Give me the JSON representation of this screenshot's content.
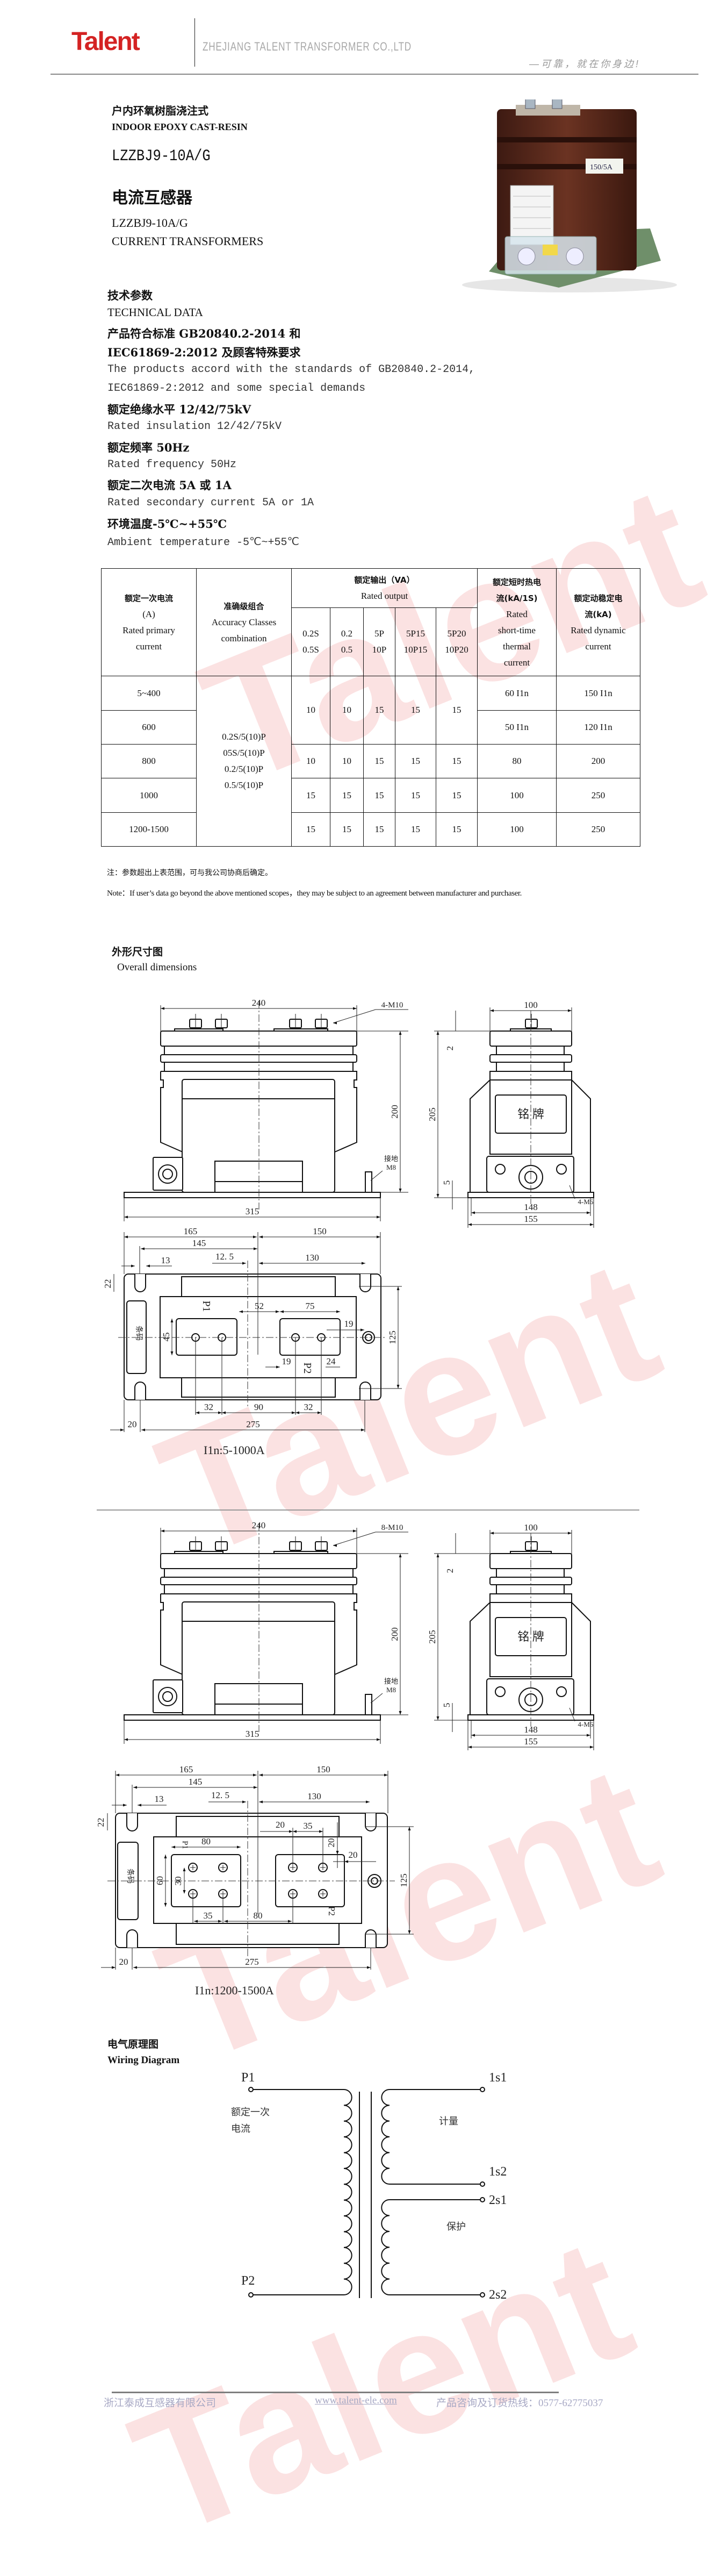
{
  "header": {
    "logo_text": "Talent",
    "company_name": "ZHEJIANG TALENT TRANSFORMER CO.,LTD",
    "slogan": "—可靠，就在你身边!"
  },
  "watermark_text": "Talent",
  "product": {
    "type_cn": "户内环氧树脂浇注式",
    "type_en": "INDOOR EPOXY CAST-RESIN",
    "model": "LZZBJ9-10A/G",
    "name_cn": "电流互感器",
    "model_sub": "LZZBJ9-10A/G",
    "name_en": "CURRENT TRANSFORMERS",
    "image_label": "150/5A"
  },
  "technical": {
    "heading_cn": "技术参数",
    "heading_en": "TECHNICAL DATA",
    "lines": [
      "产品符合标准 GB20840.2-2014 和",
      "IEC61869-2:2012 及顾客特殊要求",
      "The products accord with the standards of GB20840.2-2014,",
      "IEC61869-2:2012 and some special demands",
      "额定绝缘水平 12/42/75kV",
      "Rated insulation  12/42/75kV",
      "额定频率 50Hz",
      "Rated frequency 50Hz",
      "额定二次电流 5A 或 1A",
      "Rated secondary current 5A or 1A",
      "环境温度-5℃~+55℃",
      "Ambient temperature -5℃~+55℃"
    ]
  },
  "table": {
    "h_primary": [
      "额定一次电流",
      "(A)",
      "Rated primary",
      "current"
    ],
    "h_accuracy": [
      "准确级组合",
      "Accuracy Classes",
      "combination"
    ],
    "h_output": [
      "额定输出（VA）",
      "Rated output"
    ],
    "h_classes": [
      [
        "0.2S",
        "0.5S"
      ],
      [
        "0.2",
        "0.5"
      ],
      [
        "5P",
        "10P"
      ],
      [
        "5P15",
        "10P15"
      ],
      [
        "5P20",
        "10P20"
      ]
    ],
    "h_thermal": [
      "额定短时热电",
      "流(kA/1S)",
      "Rated",
      "short-time",
      "thermal",
      "current"
    ],
    "h_dynamic": [
      "额定动稳定电",
      "流(kA)",
      "Rated dynamic",
      "current"
    ],
    "accuracy_combinations": [
      "0.2S/5(10)P",
      "05S/5(10)P",
      "0.2/5(10)P",
      "0.5/5(10)P"
    ],
    "rows": [
      {
        "primary": "5~400",
        "thermal": "60 I1n",
        "dynamic": "150 I1n"
      },
      {
        "primary": "600",
        "thermal": "50 I1n",
        "dynamic": "120 I1n"
      },
      {
        "primary": "800",
        "thermal": "80",
        "dynamic": "200"
      },
      {
        "primary": "1000",
        "thermal": "100",
        "dynamic": "250"
      },
      {
        "primary": "1200-1500",
        "thermal": "100",
        "dynamic": "250"
      }
    ],
    "outputs": [
      [
        "10",
        "10",
        "15",
        "15",
        "15"
      ],
      [
        "10",
        "10",
        "15",
        "15",
        "15"
      ],
      [
        "15",
        "15",
        "15",
        "15",
        "15"
      ],
      [
        "15",
        "15",
        "15",
        "15",
        "15"
      ]
    ]
  },
  "notes": {
    "cn": "注：参数超出上表范围，可与我公司协商后确定。",
    "en": "Note：If user’s data go beyond the above mentioned scopes，they may be subject to an agreement between manufacturer and purchaser."
  },
  "dimensions": {
    "heading_cn": "外形尺寸图",
    "heading_en": "Overall dimensions"
  },
  "drawings": [
    {
      "front": {
        "width": "240",
        "height": "200",
        "base": "315",
        "bolts": "4-M10",
        "ground_cn": "接地",
        "ground": "M8"
      },
      "side": {
        "width": "100",
        "height": "205",
        "d2": "2",
        "d5": "5",
        "w148": "148",
        "w155": "155",
        "mount": "4-M6",
        "nameplate": "铭 牌"
      },
      "plan": {
        "d165": "165",
        "d150": "150",
        "d145": "145",
        "d13": "13",
        "d12_5": "12. 5",
        "d130": "130",
        "d22": "22",
        "d125": "125",
        "d20": "20",
        "d275": "275",
        "barcode": "条码",
        "p1": "P1",
        "p2": "P2",
        "d52": "52",
        "d75": "75",
        "d19a": "19",
        "d45": "45",
        "d19b": "19",
        "d24": "24",
        "d32a": "32",
        "d90": "90",
        "d32b": "32"
      },
      "caption": "I1n:5-1000A"
    },
    {
      "front": {
        "width": "240",
        "height": "200",
        "base": "315",
        "bolts": "8-M10",
        "ground_cn": "接地",
        "ground": "M8"
      },
      "side": {
        "width": "100",
        "height": "205",
        "d2": "2",
        "d5": "5",
        "w148": "148",
        "w155": "155",
        "mount": "4-M6",
        "nameplate": "铭 牌"
      },
      "plan": {
        "d165": "165",
        "d150": "150",
        "d145": "145",
        "d13": "13",
        "d12_5": "12. 5",
        "d130": "130",
        "d22": "22",
        "d125": "125",
        "d20": "20",
        "d275": "275",
        "barcode": "条码",
        "p1": "P1",
        "p2": "P2",
        "d80a": "80",
        "d20a": "20",
        "d35a": "35",
        "d20b": "20",
        "d20c": "20",
        "d60": "60",
        "d30": "30",
        "d35b": "35",
        "d80b": "80"
      },
      "caption": "I1n:1200-1500A"
    }
  ],
  "wiring": {
    "heading_cn": "电气原理图",
    "heading_en": "Wiring Diagram",
    "p1": "P1",
    "p2": "P2",
    "primary_label_1": "额定一次",
    "primary_label_2": "电流",
    "s1_1": "1s1",
    "s1_2": "1s2",
    "s2_1": "2s1",
    "s2_2": "2s2",
    "metering": "计量",
    "protection": "保护"
  },
  "footer": {
    "company_cn": "浙江泰成互感器有限公司",
    "website": "www.talent-ele.com",
    "hotline": "产品咨询及订货热线：0577-62775037"
  },
  "colors": {
    "brand_red": "#d42323",
    "watermark": "#e8373b",
    "footer_text": "#a7a8c4"
  }
}
